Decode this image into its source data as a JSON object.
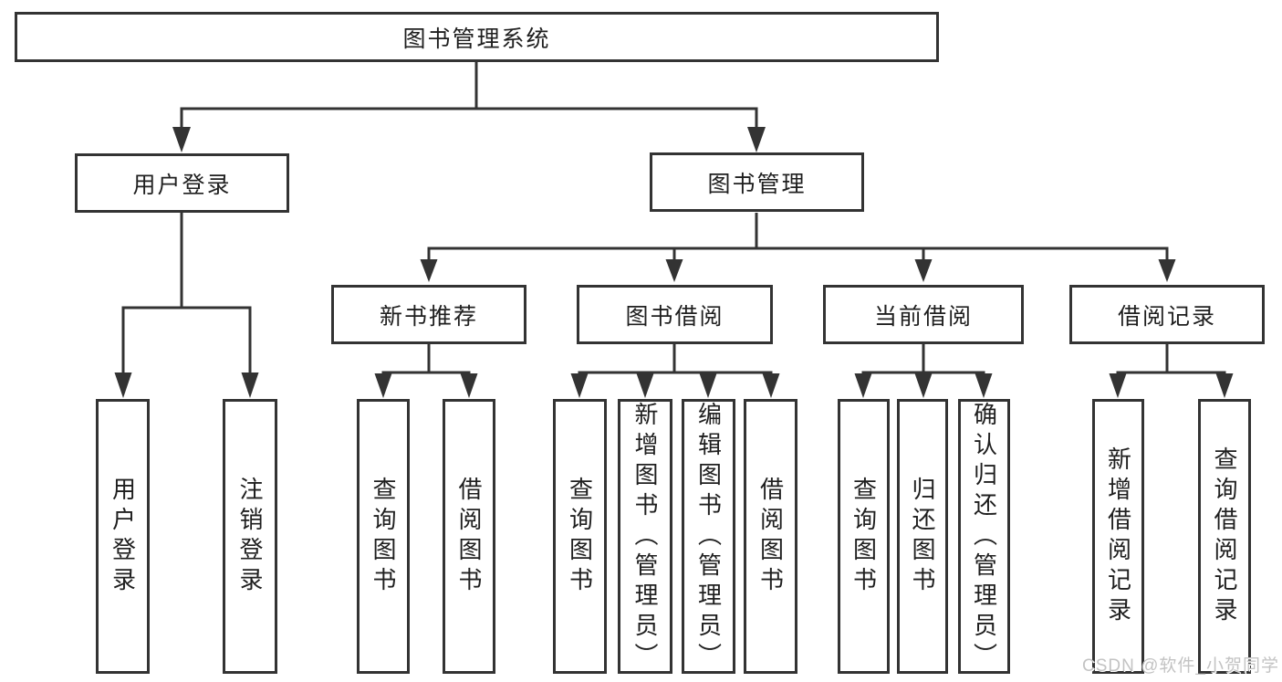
{
  "tree": {
    "label": "图书管理系统",
    "children": [
      {
        "label": "用户登录",
        "children": [
          {
            "label": "用户登录"
          },
          {
            "label": "注销登录"
          }
        ]
      },
      {
        "label": "图书管理",
        "children": [
          {
            "label": "新书推荐",
            "children": [
              {
                "label": "查询图书"
              },
              {
                "label": "借阅图书"
              }
            ]
          },
          {
            "label": "图书借阅",
            "children": [
              {
                "label": "查询图书"
              },
              {
                "label": "新增图书（管理员）"
              },
              {
                "label": "编辑图书（管理员）"
              },
              {
                "label": "借阅图书"
              }
            ]
          },
          {
            "label": "当前借阅",
            "children": [
              {
                "label": "查询图书"
              },
              {
                "label": "归还图书"
              },
              {
                "label": "确认归还（管理员）"
              }
            ]
          },
          {
            "label": "借阅记录",
            "children": [
              {
                "label": "新增借阅记录"
              },
              {
                "label": "查询借阅记录"
              }
            ]
          }
        ]
      }
    ]
  },
  "watermark": "CSDN @软件_小贺同学",
  "colors": {
    "line": "#333333",
    "text": "#1f1f1f",
    "watermark": "#c3c3c3",
    "background": "#ffffff"
  }
}
